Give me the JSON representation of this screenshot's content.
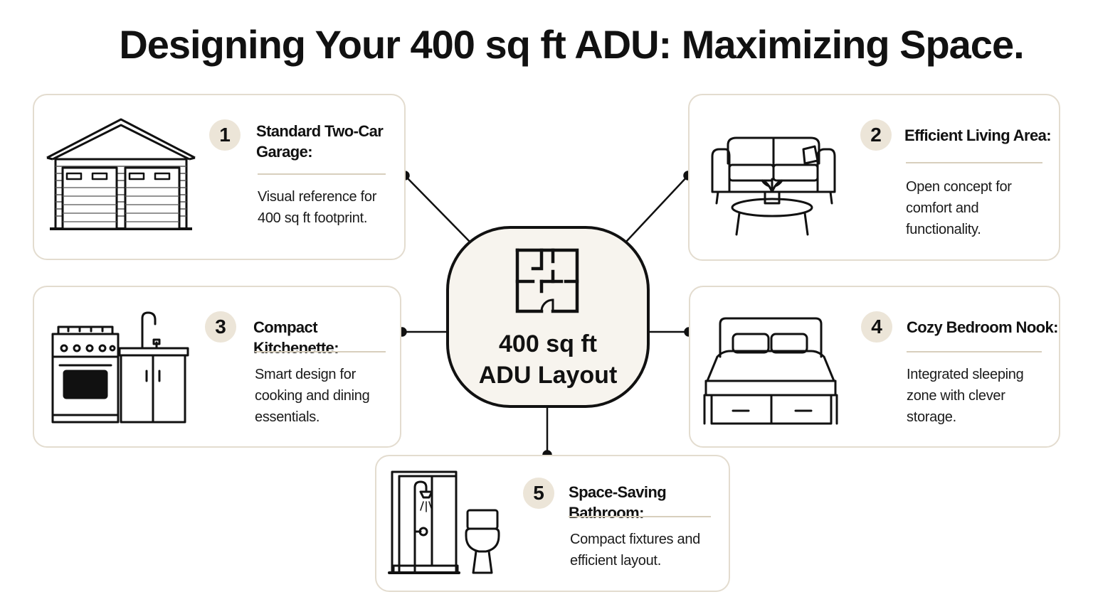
{
  "title": "Designing Your 400 sq ft ADU: Maximizing Space.",
  "hub": {
    "label_line1": "400 sq ft",
    "label_line2": "ADU Layout",
    "icon": "floor-plan-icon"
  },
  "colors": {
    "card_border": "#e3dccf",
    "badge_bg": "#ece5d8",
    "rule": "#d8cfbd",
    "hub_bg": "#f7f4ee",
    "ink": "#111111"
  },
  "cards": [
    {
      "number": "1",
      "title_line1": "Standard Two-Car",
      "title_line2": "Garage:",
      "desc_line1": "Visual reference for",
      "desc_line2": "400 sq ft footprint.",
      "icon": "garage-icon"
    },
    {
      "number": "2",
      "title_line1": "Efficient Living Area:",
      "desc_line1": "Open concept for",
      "desc_line2": "comfort and",
      "desc_line3": "functionality.",
      "icon": "sofa-icon"
    },
    {
      "number": "3",
      "title_line1": "Compact Kitchenette:",
      "desc_line1": "Smart design for",
      "desc_line2": "cooking and dining",
      "desc_line3": "essentials.",
      "icon": "kitchen-icon"
    },
    {
      "number": "4",
      "title_line1": "Cozy Bedroom Nook:",
      "desc_line1": "Integrated sleeping",
      "desc_line2": "zone with clever",
      "desc_line3": "storage.",
      "icon": "bed-icon"
    },
    {
      "number": "5",
      "title_line1": "Space-Saving Bathroom:",
      "desc_line1": "Compact fixtures and",
      "desc_line2": "efficient layout.",
      "icon": "bathroom-icon"
    }
  ]
}
